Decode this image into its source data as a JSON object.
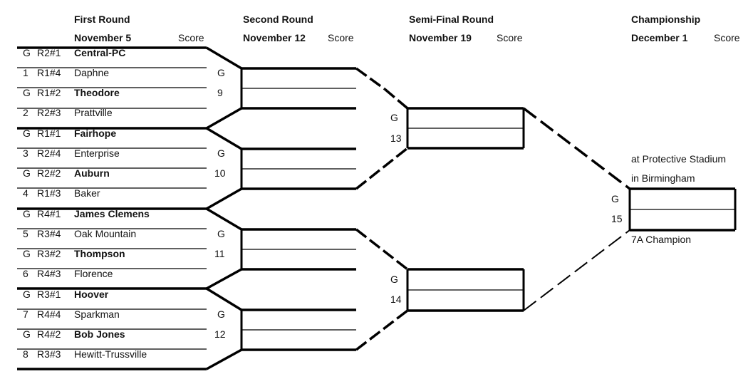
{
  "headers": {
    "first": {
      "title": "First Round",
      "date": "November 5",
      "score": "Score"
    },
    "second": {
      "title": "Second Round",
      "date": "November 12",
      "score": "Score"
    },
    "semi": {
      "title": "Semi-Final Round",
      "date": "November 19",
      "score": "Score"
    },
    "champ": {
      "title": "Championship",
      "date": "December 1",
      "score": "Score"
    }
  },
  "first_round": [
    {
      "seed": "G",
      "code": "R2#1",
      "team": "Central-PC",
      "bold": true
    },
    {
      "seed": "1",
      "code": "R1#4",
      "team": "Daphne",
      "bold": false,
      "game": "G"
    },
    {
      "seed": "G",
      "code": "R1#2",
      "team": "Theodore",
      "bold": true,
      "game": "9"
    },
    {
      "seed": "2",
      "code": "R2#3",
      "team": "Prattville",
      "bold": false
    },
    {
      "seed": "G",
      "code": "R1#1",
      "team": "Fairhope",
      "bold": true
    },
    {
      "seed": "3",
      "code": "R2#4",
      "team": "Enterprise",
      "bold": false,
      "game": "G"
    },
    {
      "seed": "G",
      "code": "R2#2",
      "team": "Auburn",
      "bold": true,
      "game": "10"
    },
    {
      "seed": "4",
      "code": "R1#3",
      "team": "Baker",
      "bold": false
    },
    {
      "seed": "G",
      "code": "R4#1",
      "team": "James Clemens",
      "bold": true
    },
    {
      "seed": "5",
      "code": "R3#4",
      "team": "Oak Mountain",
      "bold": false,
      "game": "G"
    },
    {
      "seed": "G",
      "code": "R3#2",
      "team": "Thompson",
      "bold": true,
      "game": "11"
    },
    {
      "seed": "6",
      "code": "R4#3",
      "team": "Florence",
      "bold": false
    },
    {
      "seed": "G",
      "code": "R3#1",
      "team": "Hoover",
      "bold": true
    },
    {
      "seed": "7",
      "code": "R4#4",
      "team": "Sparkman",
      "bold": false,
      "game": "G"
    },
    {
      "seed": "G",
      "code": "R4#2",
      "team": "Bob Jones",
      "bold": true,
      "game": "12"
    },
    {
      "seed": "8",
      "code": "R3#3",
      "team": "Hewitt-Trussville",
      "bold": false
    }
  ],
  "semi_games": [
    {
      "g": "G",
      "num": "13"
    },
    {
      "g": "G",
      "num": "14"
    }
  ],
  "championship": {
    "venue_line1": "at Protective Stadium",
    "venue_line2": "in Birmingham",
    "g": "G",
    "num": "15",
    "champion_label": "7A Champion"
  }
}
